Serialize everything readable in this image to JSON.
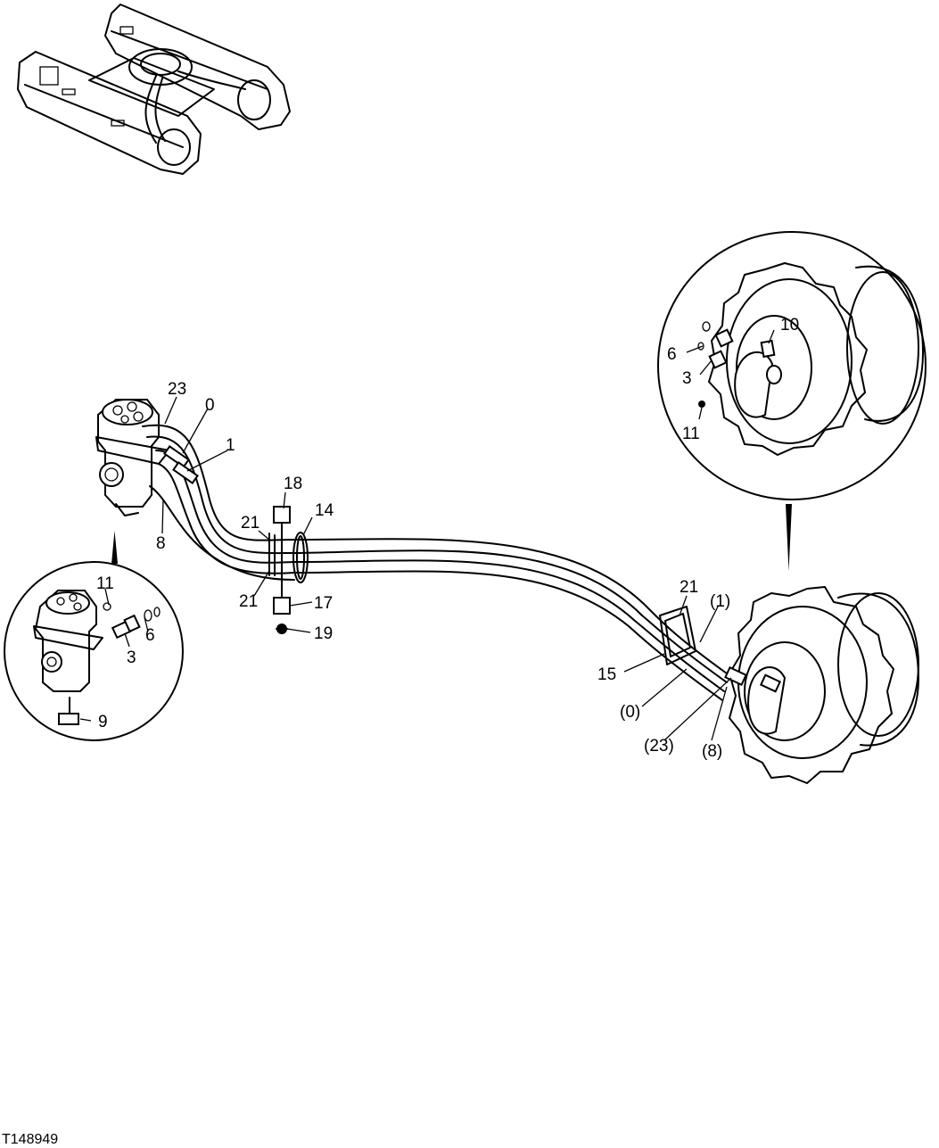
{
  "figure_id": "T148949",
  "labels": {
    "l23": "23",
    "l0": "0",
    "l1": "1",
    "l8": "8",
    "l18": "18",
    "l14": "14",
    "l21a": "21",
    "l21b": "21",
    "l17": "17",
    "l19": "19",
    "l21c": "21",
    "lp1": "(1)",
    "l15": "15",
    "lp0": "(0)",
    "lp23": "(23)",
    "lp8": "(8)",
    "l11a": "11",
    "l6a": "6",
    "l3a": "3",
    "l9": "9",
    "l10": "10",
    "l6b": "6",
    "l3b": "3",
    "l11b": "11"
  }
}
